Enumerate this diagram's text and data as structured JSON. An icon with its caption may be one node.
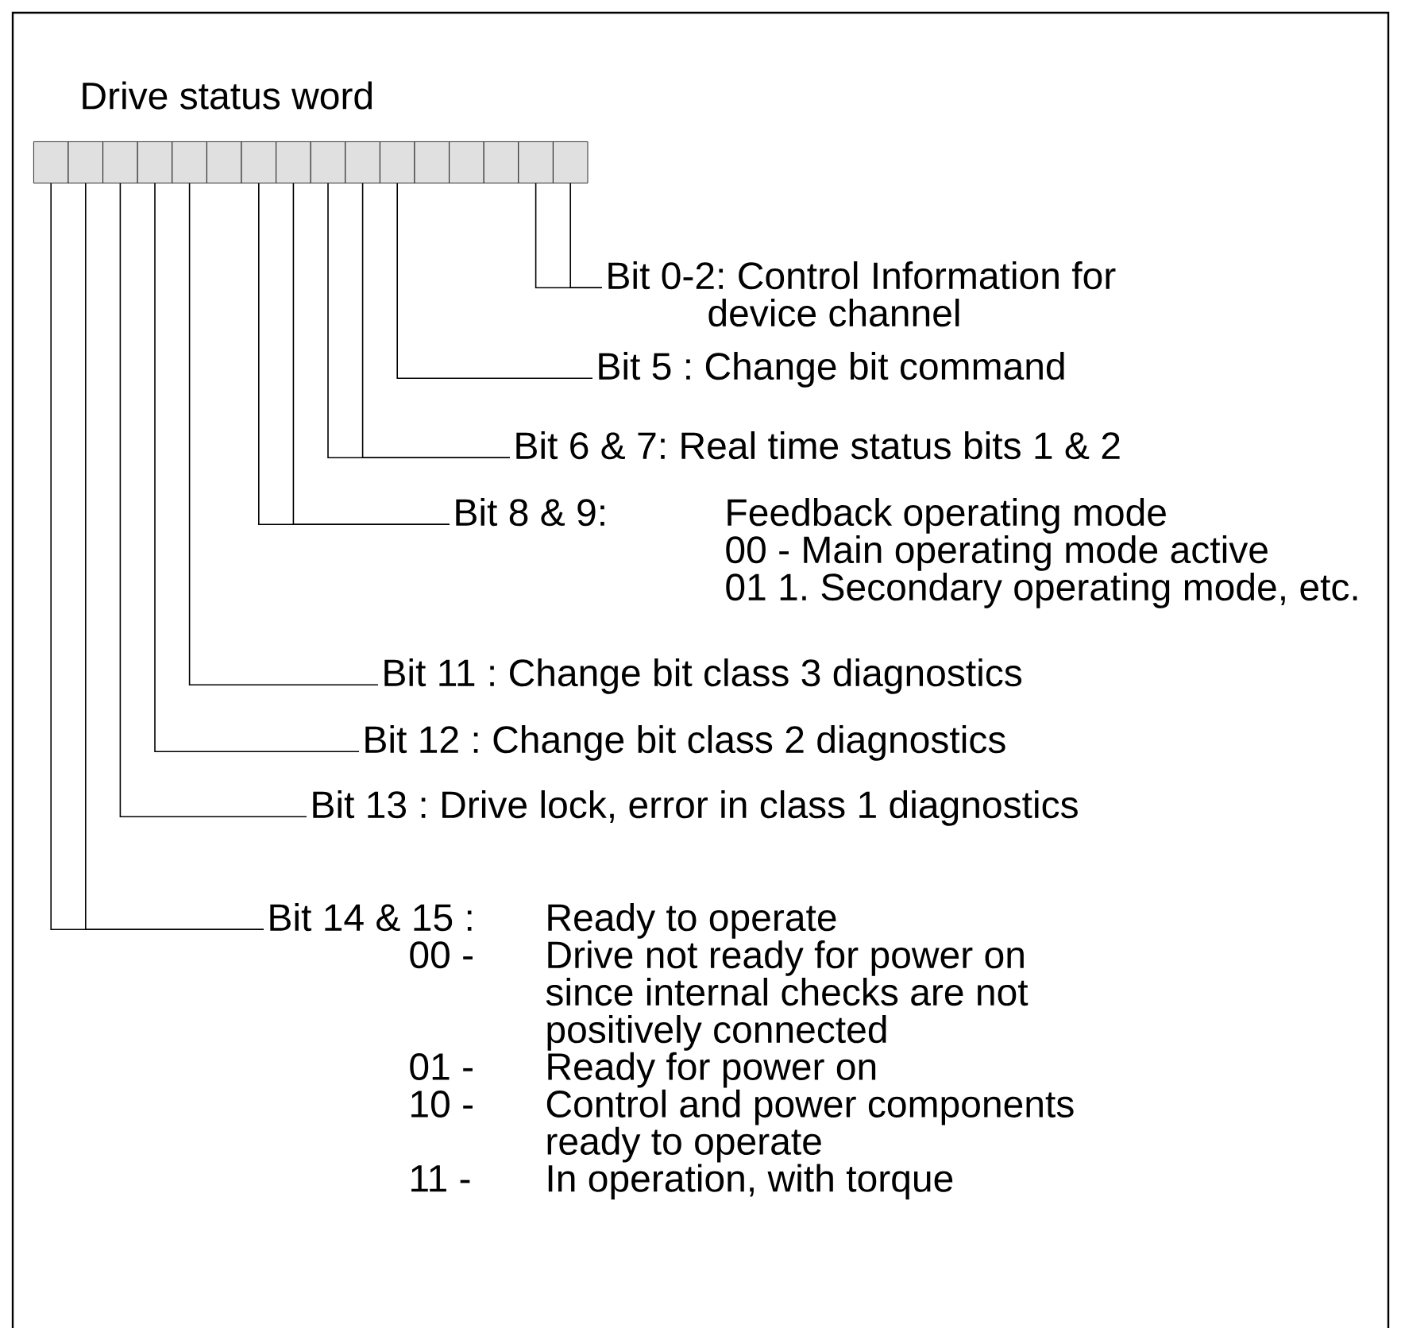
{
  "diagram": {
    "title": "Drive status word",
    "nodes": [
      {
        "text": [],
        "shape": "box"
      },
      {
        "text": [],
        "shape": "box"
      },
      {
        "text": [],
        "shape": "box"
      },
      {
        "text": [],
        "shape": "box"
      },
      {
        "text": [],
        "shape": "box"
      },
      {
        "text": [],
        "shape": "box"
      },
      {
        "text": [],
        "shape": "box"
      },
      {
        "text": [],
        "shape": "box"
      },
      {
        "text": [],
        "shape": "box"
      },
      {
        "text": [],
        "shape": "box"
      },
      {
        "text": [],
        "shape": "box"
      },
      {
        "text": [],
        "shape": "box"
      },
      {
        "text": [],
        "shape": "box"
      },
      {
        "text": [],
        "shape": "box"
      },
      {
        "text": [],
        "shape": "box"
      },
      {
        "text": [],
        "shape": "box"
      },
      {
        "text": [
          "Bit 0-2: Control Information for device channel"
        ]
      },
      {
        "text": [
          "Bit 5 : Change bit command"
        ]
      },
      {
        "text": [
          "Bit 6 & 7: Real time status bits 1 & 2"
        ]
      },
      {
        "text": [
          "Bit 8 & 9:",
          "Feedback operating mode",
          "00 - Main operating mode active",
          "01 1. Secondary operating mode, etc."
        ]
      },
      {
        "text": [
          "Bit 11 : Change bit class 3 diagnostics"
        ]
      },
      {
        "text": [
          "Bit 12 : Change bit class 2 diagnostics"
        ]
      },
      {
        "text": [
          "Bit 13 : Drive lock, error in class 1 diagnostics"
        ]
      },
      {
        "text": [
          "Bit 14 & 15 :",
          "Ready to operate",
          "00 -",
          "Drive not ready for power on since internal checks are not positively connected",
          "01 -",
          "Ready for power on",
          "10 -",
          "Control and power components ready to operate",
          "11 -",
          "In operation, with torque"
        ]
      }
    ],
    "edges": [
      {
        "from": 16,
        "to": 14,
        "arrow": "none"
      },
      {
        "from": 16,
        "to": 15,
        "arrow": "none"
      },
      {
        "from": 17,
        "to": 10,
        "arrow": "none"
      },
      {
        "from": 18,
        "to": 8,
        "arrow": "none"
      },
      {
        "from": 18,
        "to": 9,
        "arrow": "none"
      },
      {
        "from": 19,
        "to": 6,
        "arrow": "none"
      },
      {
        "from": 19,
        "to": 7,
        "arrow": "none"
      },
      {
        "from": 20,
        "to": 4,
        "arrow": "none"
      },
      {
        "from": 21,
        "to": 3,
        "arrow": "none"
      },
      {
        "from": 22,
        "to": 2,
        "arrow": "none"
      },
      {
        "from": 23,
        "to": 0,
        "arrow": "none"
      },
      {
        "from": 23,
        "to": 1,
        "arrow": "none"
      }
    ]
  }
}
